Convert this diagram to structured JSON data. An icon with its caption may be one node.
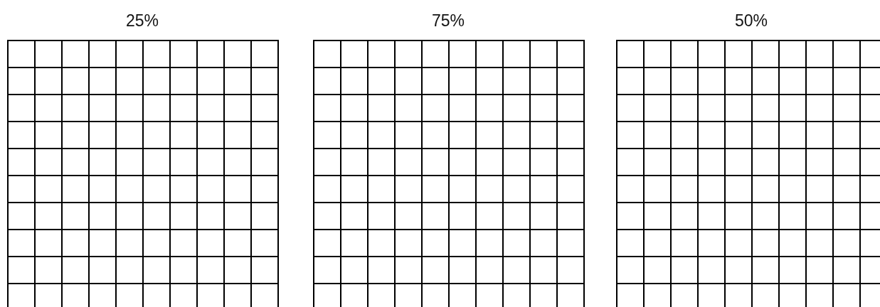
{
  "diagram": {
    "nodes": [
      {
        "text": [
          "25%"
        ]
      },
      {
        "text": [
          "75%"
        ]
      },
      {
        "text": [
          "50%"
        ]
      }
    ]
  }
}
